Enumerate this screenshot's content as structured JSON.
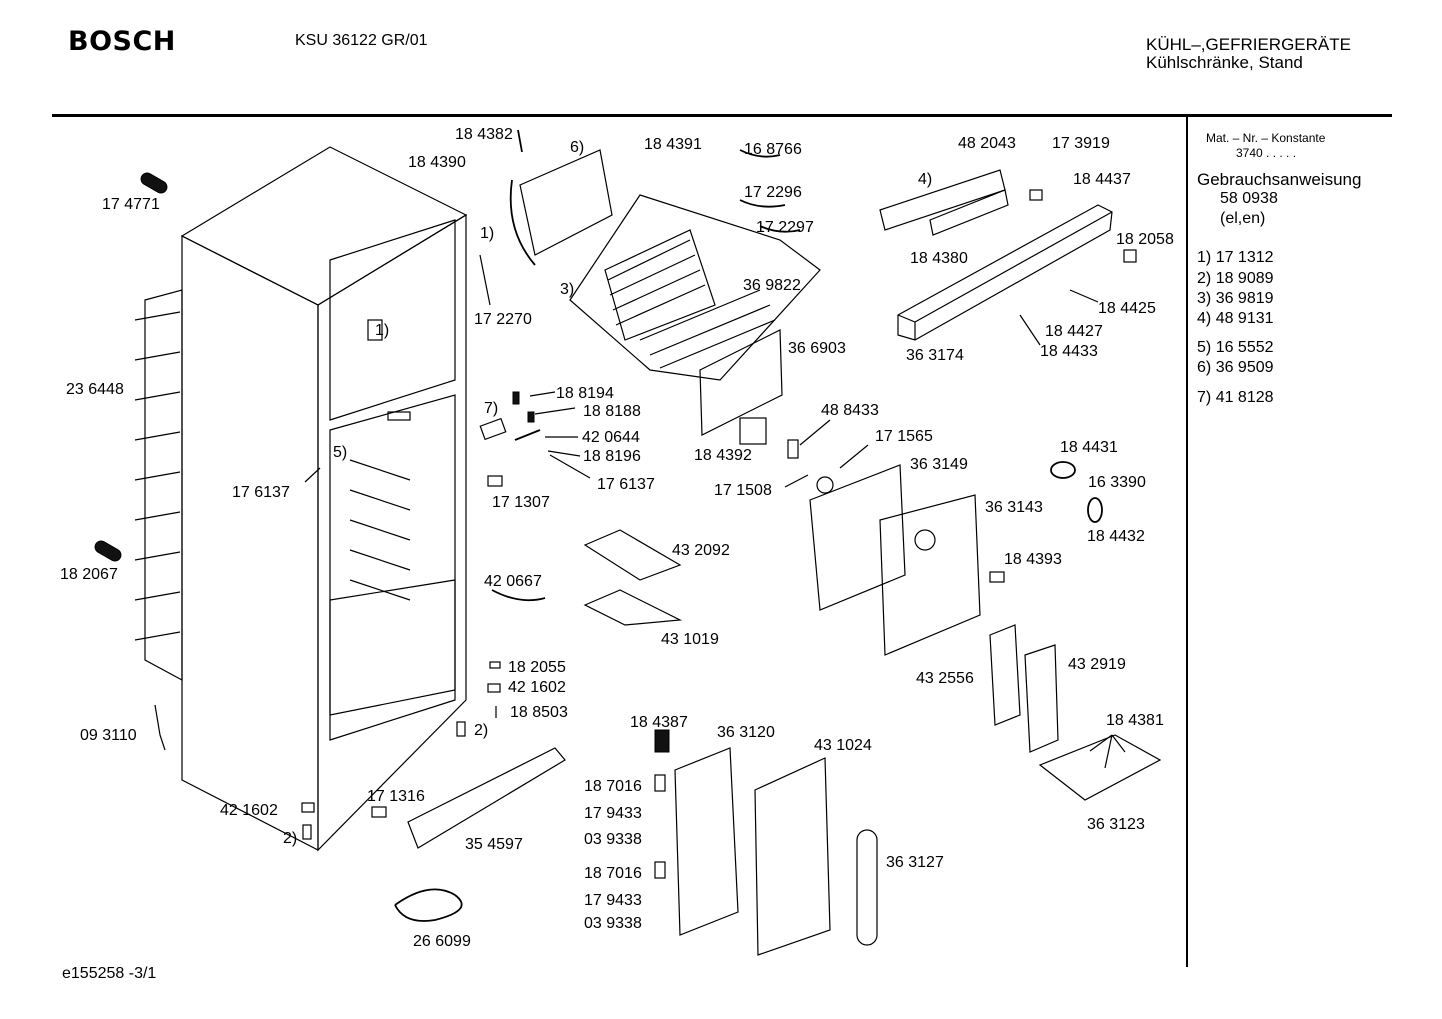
{
  "header": {
    "brand": "BOSCH",
    "model": "KSU 36122 GR/01",
    "category": "KÜHL–,GEFRIERGERÄTE",
    "subcategory": "Kühlschränke, Stand"
  },
  "sidebar": {
    "konstante_label": "Mat. – Nr. – Konstante",
    "konstante_value": "3740  .  .  .  .  .",
    "manual_label": "Gebrauchsanweisung",
    "manual_number": "58 0938",
    "manual_langs": "(el,en)",
    "kits": [
      {
        "ref": "1)",
        "number": "17 1312"
      },
      {
        "ref": "2)",
        "number": "18 9089"
      },
      {
        "ref": "3)",
        "number": "36 9819"
      },
      {
        "ref": "4)",
        "number": "48 9131"
      },
      {
        "ref": "5)",
        "number": "16 5552"
      },
      {
        "ref": "6)",
        "number": "36 9509"
      },
      {
        "ref": "7)",
        "number": "41 8128"
      }
    ]
  },
  "parts": [
    "17 4771",
    "23 6448",
    "18 2067",
    "09 3110",
    "17 6137",
    "42 1602",
    "18 4382",
    "18 4390",
    "17 2270",
    "18 4391",
    "16 8766",
    "17 2296",
    "17 2297",
    "36 9822",
    "36 6903",
    "18 4392",
    "18 8194",
    "18 8188",
    "42 0644",
    "18 8196",
    "17 6137",
    "17 1307",
    "48 2043",
    "17 3919",
    "18 4437",
    "18 2058",
    "18 4380",
    "18 4425",
    "18 4427",
    "18 4433",
    "36 3174",
    "48 8433",
    "17 1565",
    "17 1508",
    "36 3149",
    "18 4431",
    "16 3390",
    "36 3143",
    "18 4432",
    "18 4393",
    "43 2092",
    "42 0667",
    "43 1019",
    "43 2556",
    "43 2919",
    "18 4381",
    "36 3123",
    "18 2055",
    "42 1602",
    "18 8503",
    "18 4387",
    "36 3120",
    "43 1024",
    "18 7016",
    "17 9433",
    "03 9338",
    "18 7016",
    "17 9433",
    "03 9338",
    "36 3127",
    "17 1316",
    "35 4597",
    "26 6099"
  ],
  "callouts": [
    "1)",
    "6)",
    "1)",
    "3)",
    "4)",
    "7)",
    "5)",
    "2)",
    "2)"
  ],
  "footer": {
    "doc_id": "e155258 -3/1"
  }
}
